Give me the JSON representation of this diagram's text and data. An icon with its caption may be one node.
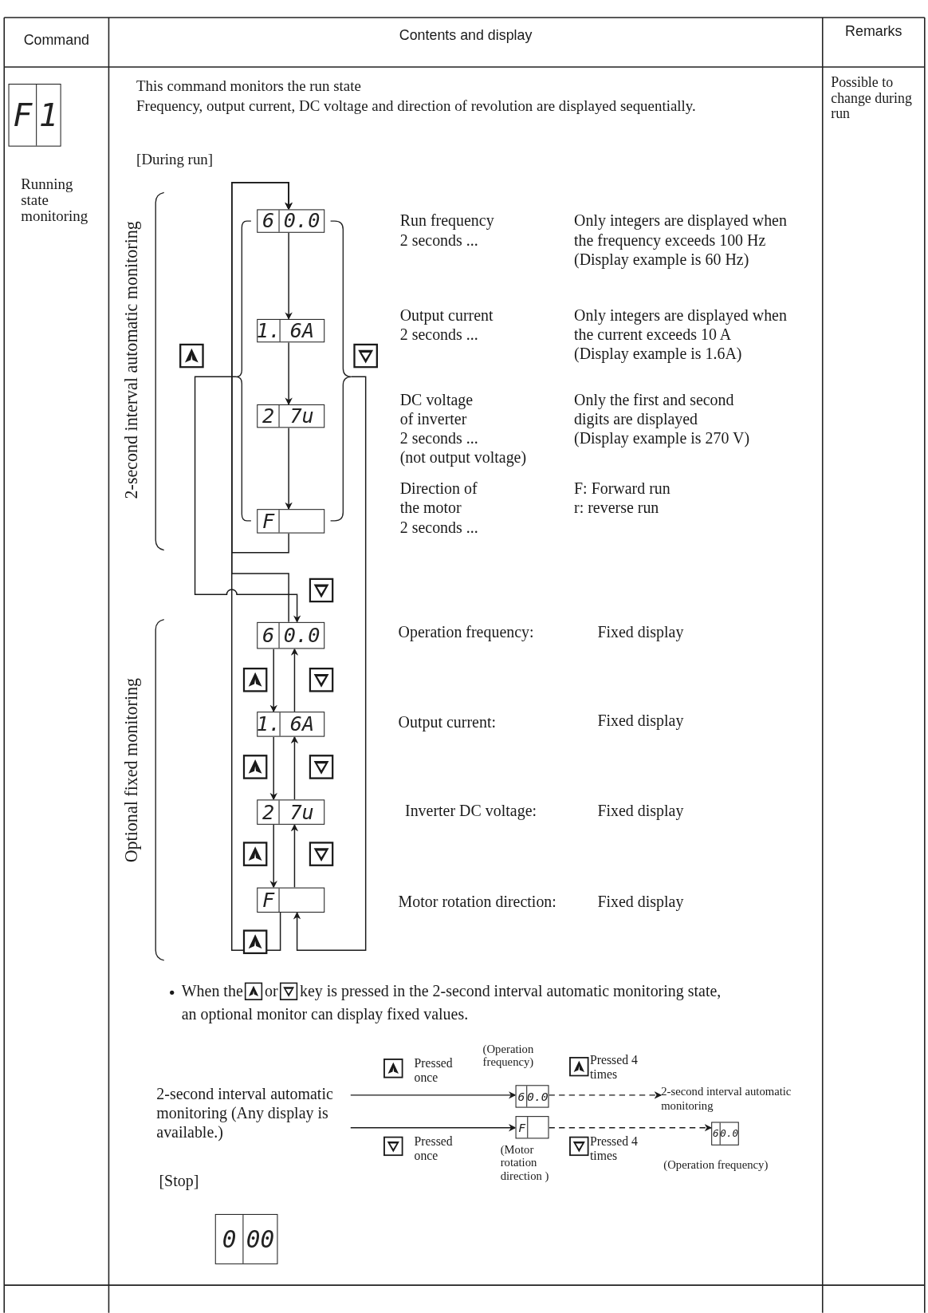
{
  "diagram": {
    "nodes": [
      {
        "text": [
          "F",
          "1"
        ]
      },
      {
        "text": [
          "6",
          "0.0"
        ]
      },
      {
        "text": [
          "1.",
          "6A"
        ]
      },
      {
        "text": [
          "2",
          "7u"
        ]
      },
      {
        "text": [
          "F"
        ]
      },
      {
        "text": [
          "6",
          "0.0"
        ]
      },
      {
        "text": [
          "1.",
          "6A"
        ]
      },
      {
        "text": [
          "2",
          "7u"
        ]
      },
      {
        "text": [
          "F"
        ]
      },
      {
        "text": [
          "2-second interval automatic monitoring (Any display is available.)"
        ]
      },
      {
        "text": [
          "6",
          "0.0"
        ],
        "beside": [
          "(Operation frequency)"
        ]
      },
      {
        "text": [
          "F"
        ],
        "beside": [
          "(Motor rotation direction )"
        ]
      },
      {
        "text": [
          "2-second interval automatic monitoring"
        ]
      },
      {
        "text": [
          "6",
          "0.0"
        ],
        "beside": [
          "(Operation frequency)"
        ]
      },
      {
        "text": [
          "0",
          "00"
        ]
      },
      {
        "text": [],
        "shape": "brace"
      },
      {
        "text": [],
        "shape": "brace"
      }
    ],
    "edges": [
      {
        "from": 4,
        "to": 1,
        "arrow": "to"
      },
      {
        "from": 1,
        "to": 2,
        "arrow": "to"
      },
      {
        "from": 2,
        "to": 3,
        "arrow": "to"
      },
      {
        "from": 3,
        "to": 4,
        "arrow": "to"
      },
      {
        "from": 15,
        "to": 5,
        "arrow": "to"
      },
      {
        "from": 16,
        "to": 8,
        "arrow": "to"
      },
      {
        "from": 5,
        "to": 6,
        "arrow": "to"
      },
      {
        "from": 6,
        "to": 7,
        "arrow": "to"
      },
      {
        "from": 7,
        "to": 8,
        "arrow": "to"
      },
      {
        "from": 6,
        "to": 5,
        "arrow": "to"
      },
      {
        "from": 7,
        "to": 6,
        "arrow": "to"
      },
      {
        "from": 8,
        "to": 7,
        "arrow": "to"
      },
      {
        "from": 5,
        "to": 1,
        "arrow": "to"
      },
      {
        "from": 8,
        "to": 1,
        "arrow": "to"
      },
      {
        "from": 9,
        "to": 10,
        "arrow": "to",
        "label": "Pressed once"
      },
      {
        "from": 9,
        "to": 11,
        "arrow": "to",
        "label": "Pressed once"
      },
      {
        "from": 10,
        "to": 12,
        "arrow": "to",
        "label": "Pressed 4 times",
        "style": "dashed"
      },
      {
        "from": 11,
        "to": 13,
        "arrow": "to",
        "label": "Pressed 4 times",
        "style": "dashed"
      }
    ],
    "labels": [
      "Command",
      "Contents and display",
      "Remarks",
      "This command monitors the run state",
      "Frequency, output current, DC voltage and direction of revolution are displayed sequentially.",
      "Possible to change during run",
      "Running state monitoring",
      "[During run]",
      "2-second interval automatic monitoring",
      "Run frequency",
      "2 seconds ...",
      "Only integers are displayed when the frequency exceeds 100 Hz",
      "(Display example is 60 Hz)",
      "Output current",
      "2 seconds ...",
      "Only integers are displayed when the current exceeds 10 A",
      "(Display example is 1.6A)",
      "DC voltage of inverter",
      "2 seconds ...",
      "(not output voltage)",
      "Only the first and second digits are displayed",
      "(Display example is 270 V)",
      "Direction of the motor",
      "2 seconds ...",
      "F: Forward run",
      "r: reverse run",
      "Optional fixed monitoring",
      "Operation frequency:",
      "Fixed display",
      "Output current:",
      "Fixed display",
      "Inverter DC voltage:",
      "Fixed display",
      "Motor rotation direction:",
      "Fixed display",
      "When the",
      "or",
      "key is pressed in the 2-second interval automatic monitoring state, an optional monitor can display fixed values.",
      "[Stop]"
    ]
  }
}
